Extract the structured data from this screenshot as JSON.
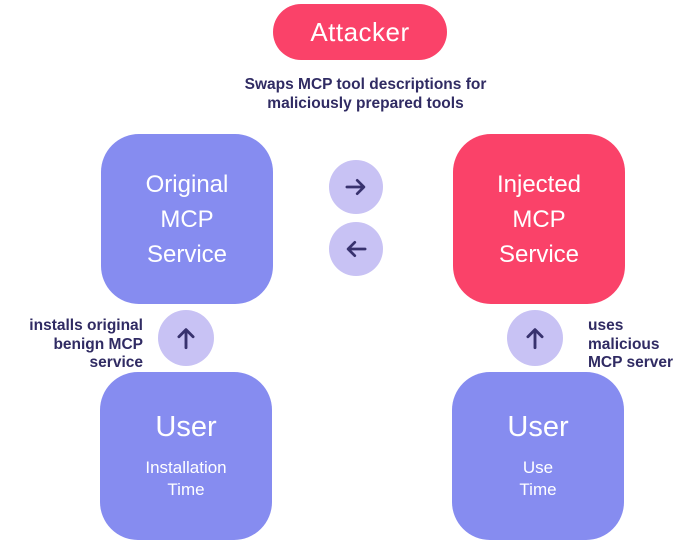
{
  "colors": {
    "background": "#ffffff",
    "pink": "#fa4269",
    "periwinkle": "#868cf0",
    "lavender": "#c8c2f4",
    "text_dark": "#302b63",
    "arrow": "#38326e",
    "text_light": "#ffffff"
  },
  "attacker": {
    "label": "Attacker"
  },
  "caption": {
    "line1": "Swaps MCP tool descriptions for",
    "line2": "maliciously prepared tools"
  },
  "left_service": {
    "line1": "Original",
    "line2": "MCP",
    "line3": "Service"
  },
  "right_service": {
    "line1": "Injected",
    "line2": "MCP",
    "line3": "Service"
  },
  "left_note": {
    "line1": "installs original",
    "line2": "benign MCP service"
  },
  "right_note": {
    "line1": "uses malicious",
    "line2": "MCP server"
  },
  "left_user": {
    "title": "User",
    "sub_line1": "Installation",
    "sub_line2": "Time"
  },
  "right_user": {
    "title": "User",
    "sub_line1": "Use",
    "sub_line2": "Time"
  },
  "icons": {
    "swap_right": "arrow-right",
    "swap_left": "arrow-left",
    "install_up": "arrow-up",
    "use_up": "arrow-up"
  }
}
